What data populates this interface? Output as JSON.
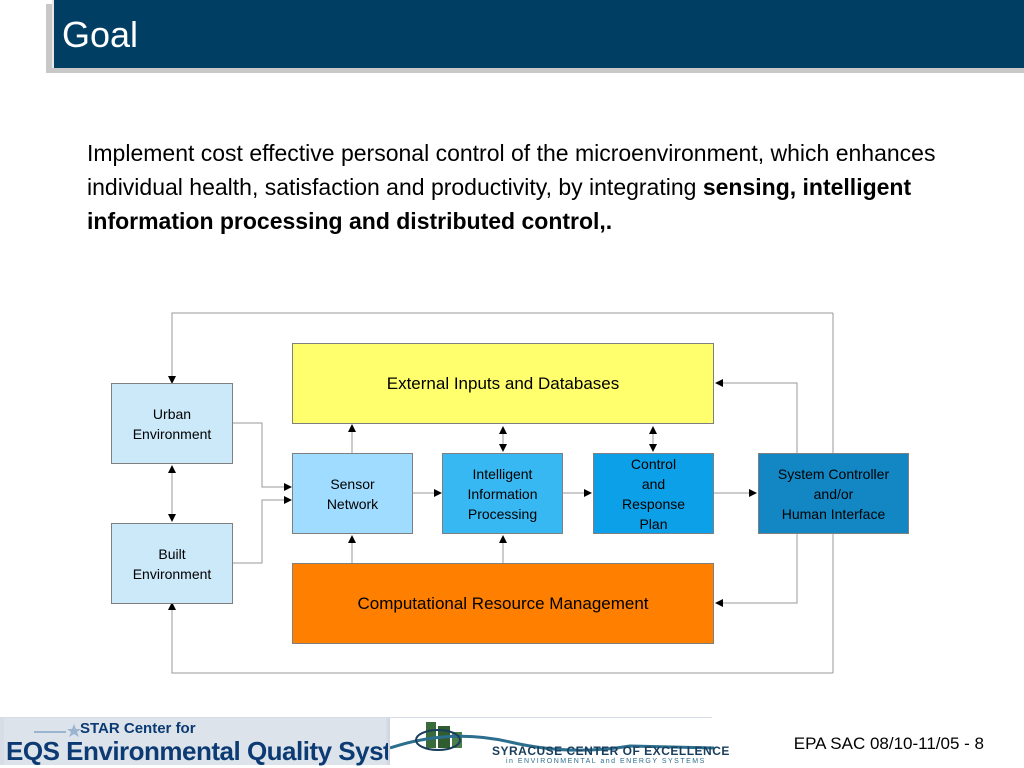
{
  "slide": {
    "title": "Goal",
    "body_normal": "Implement cost effective personal control of the microenvironment, which enhances individual health, satisfaction and productivity, by integrating ",
    "body_bold": "sensing, intelligent information processing and distributed control,."
  },
  "diagram": {
    "urban_environment": "Urban\nEnvironment",
    "built_environment": "Built\nEnvironment",
    "external_inputs": "External Inputs and Databases",
    "sensor_network": "Sensor\nNetwork",
    "intelligent_processing": "Intelligent\nInformation\nProcessing",
    "control_response": "Control\nand\nResponse\nPlan",
    "system_controller": "System Controller\nand/or\nHuman Interface",
    "computational_management": "Computational Resource Management",
    "colors": {
      "environment_box": "#cce9fa",
      "external_inputs": "#ffff6e",
      "sensor_network": "#a0dcff",
      "intelligent_processing": "#38b8f2",
      "control_response": "#0ca0e8",
      "system_controller": "#1287c4",
      "computational_management": "#ff7f00"
    }
  },
  "footer": {
    "eqs_top": "STAR Center for",
    "eqs_main": "EQS Environmental Quality Systems",
    "syracuse_main": "SYRACUSE CENTER OF EXCELLENCE",
    "syracuse_sub": "in ENVIRONMENTAL and ENERGY SYSTEMS",
    "slide_ref": "EPA SAC 08/10-11/05 - 8"
  }
}
